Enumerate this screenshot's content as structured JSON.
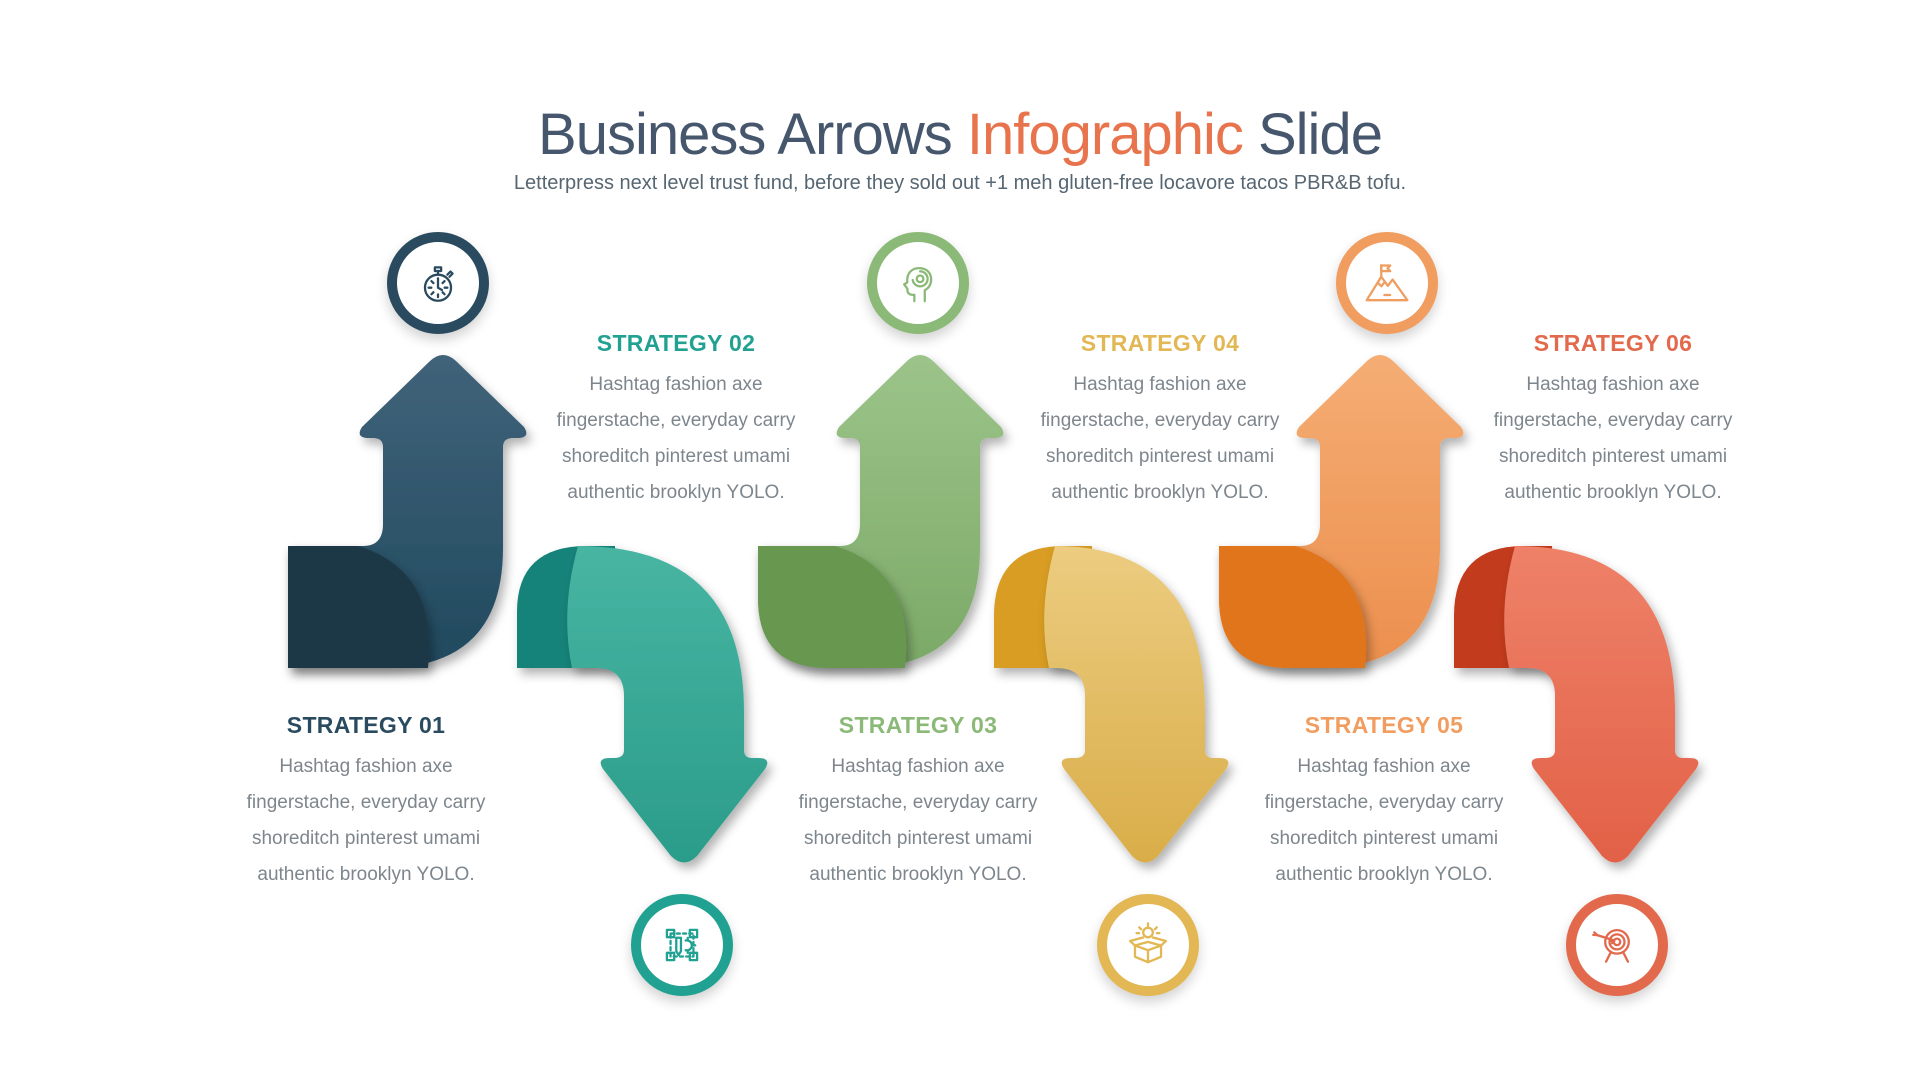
{
  "header": {
    "title_parts": [
      "Business Arrows ",
      "Infographic",
      " Slide"
    ],
    "subtitle": "Letterpress next level trust fund, before they sold out +1 meh gluten-free locavore tacos PBR&B tofu."
  },
  "palette": {
    "title_color": "#46566C",
    "accent_color": "#E8744E",
    "subtitle_color": "#566672",
    "body_text_color": "#7D868D",
    "background": "#FFFFFF"
  },
  "strategies": [
    {
      "number": "01",
      "label": "STRATEGY 01",
      "description": "Hashtag fashion axe fingerstache, everyday carry shoreditch pinterest umami authentic brooklyn YOLO.",
      "direction": "up",
      "icon": "stopwatch-icon",
      "colors": {
        "dark": "#1C3947",
        "light_start": "#40637A",
        "light_end": "#20495E",
        "accent": "#2A4B5F"
      }
    },
    {
      "number": "02",
      "label": "STRATEGY 02",
      "description": "Hashtag fashion axe fingerstache, everyday carry shoreditch pinterest umami authentic brooklyn YOLO.",
      "direction": "down",
      "icon": "design-prototype-icon",
      "colors": {
        "dark": "#13837A",
        "light_start": "#47B5A2",
        "light_end": "#2B9C8A",
        "accent": "#21A191"
      }
    },
    {
      "number": "03",
      "label": "STRATEGY 03",
      "description": "Hashtag fashion axe fingerstache, everyday carry shoreditch pinterest umami authentic brooklyn YOLO.",
      "direction": "up",
      "icon": "head-idea-icon",
      "colors": {
        "dark": "#68984F",
        "light_start": "#9CC48A",
        "light_end": "#7BA967",
        "accent": "#8BB977"
      }
    },
    {
      "number": "04",
      "label": "STRATEGY 04",
      "description": "Hashtag fashion axe fingerstache, everyday carry shoreditch pinterest umami authentic brooklyn YOLO.",
      "direction": "down",
      "icon": "idea-box-icon",
      "colors": {
        "dark": "#D89D24",
        "light_start": "#ECCC80",
        "light_end": "#D9AD49",
        "accent": "#E2B754"
      }
    },
    {
      "number": "05",
      "label": "STRATEGY 05",
      "description": "Hashtag fashion axe fingerstache, everyday carry shoreditch pinterest umami authentic brooklyn YOLO.",
      "direction": "up",
      "icon": "mountain-flag-icon",
      "colors": {
        "dark": "#E0751B",
        "light_start": "#F5AD74",
        "light_end": "#EC8F4D",
        "accent": "#F09D5F"
      }
    },
    {
      "number": "06",
      "label": "STRATEGY 06",
      "description": "Hashtag fashion axe fingerstache, everyday carry shoreditch pinterest umami authentic brooklyn YOLO.",
      "direction": "down",
      "icon": "target-icon",
      "colors": {
        "dark": "#C23A1E",
        "light_start": "#EE8168",
        "light_end": "#E26147",
        "accent": "#E2694C"
      }
    }
  ]
}
